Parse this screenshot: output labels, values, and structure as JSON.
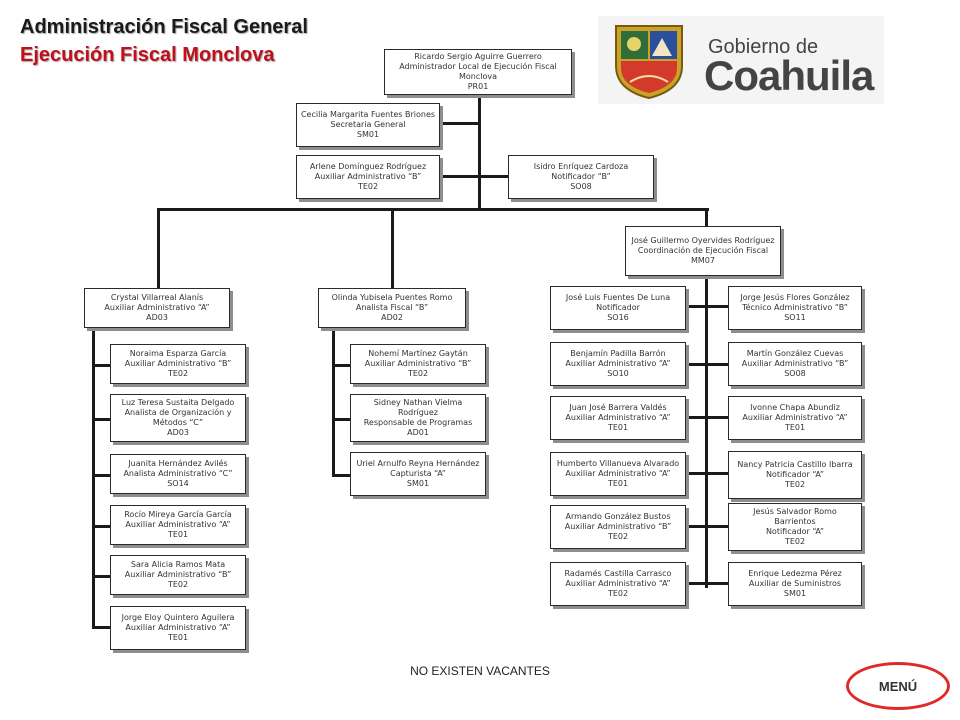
{
  "header": {
    "title": "Administración Fiscal General",
    "subtitle": "Ejecución Fiscal Monclova"
  },
  "logo": {
    "line1": "Gobierno de",
    "line2": "Coahuila"
  },
  "org": {
    "root": {
      "name": "Ricardo Sergio Aguirre Guerrero",
      "position": "Administrador Local de Ejecución Fiscal Monclova",
      "code": "PR01"
    },
    "secretary": {
      "name": "Cecilia Margarita Fuentes Briones",
      "position": "Secretaria General",
      "code": "SM01"
    },
    "assistant": {
      "name": "Arlene Domínguez Rodríguez",
      "position": "Auxiliar Administrativo “B”",
      "code": "TE02"
    },
    "notifier": {
      "name": "Isidro Enríquez Cardoza",
      "position": "Notificador “B”",
      "code": "SO08"
    },
    "coordinator": {
      "name": "José Guillermo Oyervides Rodríguez",
      "position": "Coordinación de Ejecución Fiscal",
      "code": "MM07"
    },
    "branch1_head": {
      "name": "Crystal Villarreal Alanís",
      "position": "Auxiliar Administrativo “A”",
      "code": "AD03"
    },
    "branch1": [
      {
        "name": "Noraima Esparza García",
        "position": "Auxiliar Administrativo “B”",
        "code": "TE02"
      },
      {
        "name": "Luz Teresa Sustaita Delgado",
        "position": "Analista de Organización y Métodos “C”",
        "code": "AD03"
      },
      {
        "name": "Juanita Hernández Avilés",
        "position": "Analista Administrativo “C”",
        "code": "SO14"
      },
      {
        "name": "Rocío Mireya García García",
        "position": "Auxiliar Administrativo “A”",
        "code": "TE01"
      },
      {
        "name": "Sara Alicia Ramos Mata",
        "position": "Auxiliar Administrativo “B”",
        "code": "TE02"
      },
      {
        "name": "Jorge Eloy Quintero Aguilera",
        "position": "Auxiliar Administrativo “A”",
        "code": "TE01"
      }
    ],
    "branch2_head": {
      "name": "Olinda Yubisela Puentes Romo",
      "position": "Analista Fiscal “B”",
      "code": "AD02"
    },
    "branch2": [
      {
        "name": "Nohemí Martínez Gaytán",
        "position": "Auxiliar Administrativo “B”",
        "code": "TE02"
      },
      {
        "name": "Sidney Nathan Vielma Rodríguez",
        "position": "Responsable de Programas",
        "code": "AD01"
      },
      {
        "name": "Uriel Arnulfo Reyna Hernández",
        "position": "Capturista “A”",
        "code": "SM01"
      }
    ],
    "coord_left": [
      {
        "name": "José Luis Fuentes De Luna",
        "position": "Notificador",
        "code": "SO16"
      },
      {
        "name": "Benjamín Padilla Barrón",
        "position": "Auxiliar Administrativo “A”",
        "code": "SO10"
      },
      {
        "name": "Juan José Barrera Valdés",
        "position": "Auxiliar Administrativo “A”",
        "code": "TE01"
      },
      {
        "name": "Humberto Villanueva Alvarado",
        "position": "Auxiliar Administrativo “A”",
        "code": "TE01"
      },
      {
        "name": "Armando González Bustos",
        "position": "Auxiliar Administrativo “B”",
        "code": "TE02"
      },
      {
        "name": "Radamés Castilla Carrasco",
        "position": "Auxiliar Administrativo “A”",
        "code": "TE02"
      }
    ],
    "coord_right": [
      {
        "name": "Jorge Jesús Flores González",
        "position": "Técnico Administrativo “B”",
        "code": "SO11"
      },
      {
        "name": "Martín González Cuevas",
        "position": "Auxiliar Administrativo “B”",
        "code": "SO08"
      },
      {
        "name": "Ivonne Chapa Abundiz",
        "position": "Auxiliar Administrativo “A”",
        "code": "TE01"
      },
      {
        "name": "Nancy Patricia Castillo Ibarra",
        "position": "Notificador “A”",
        "code": "TE02"
      },
      {
        "name": "Jesús Salvador Romo Barrientos",
        "position": "Notificador “A”",
        "code": "TE02"
      },
      {
        "name": "Enrique Ledezma Pérez",
        "position": "Auxiliar de Suministros",
        "code": "SM01"
      }
    ]
  },
  "footer": {
    "note": "NO EXISTEN VACANTES",
    "menu_label": "MENÚ"
  },
  "colors": {
    "title_dark": "#1a1a1a",
    "title_red": "#c0101b",
    "menu_border": "#e02a2a"
  }
}
